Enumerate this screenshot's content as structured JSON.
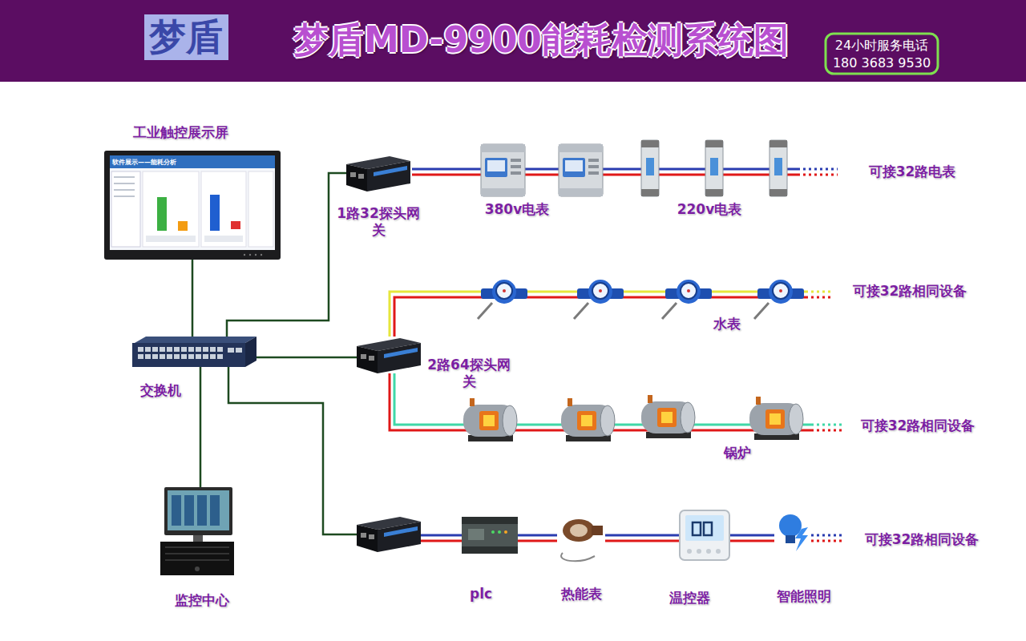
{
  "diagram": {
    "title": "梦盾MD-9900能耗检测系统图",
    "nodes": [
      {
        "text": [
          "工业触控展示屏"
        ]
      },
      {
        "text": [
          "交换机"
        ]
      },
      {
        "text": [
          "监控中心"
        ]
      },
      {
        "text": [
          "1路32探头网关"
        ]
      },
      {
        "text": [
          "2路64探头网关"
        ]
      },
      {
        "text": [
          "380v电表"
        ]
      },
      {
        "text": [
          "220v电表"
        ]
      },
      {
        "text": [
          "水表"
        ]
      },
      {
        "text": [
          "锅炉"
        ]
      },
      {
        "text": [
          "plc"
        ]
      },
      {
        "text": [
          "热能表"
        ]
      },
      {
        "text": [
          "温控器"
        ]
      },
      {
        "text": [
          "智能照明"
        ]
      }
    ],
    "edges": [
      {
        "from": 0,
        "to": 1,
        "arrow": "none"
      },
      {
        "from": 1,
        "to": 2,
        "arrow": "none"
      },
      {
        "from": 1,
        "to": 3,
        "arrow": "none"
      },
      {
        "from": 1,
        "to": 4,
        "arrow": "none"
      },
      {
        "from": 3,
        "to": 5,
        "arrow": "none"
      },
      {
        "from": 5,
        "to": 6,
        "arrow": "none"
      },
      {
        "from": 4,
        "to": 7,
        "arrow": "none"
      },
      {
        "from": 4,
        "to": 8,
        "arrow": "none"
      },
      {
        "from": 9,
        "to": 10,
        "arrow": "none"
      },
      {
        "from": 10,
        "to": 11,
        "arrow": "none"
      },
      {
        "from": 11,
        "to": 12,
        "arrow": "none"
      }
    ],
    "labels": [
      "梦盾",
      "24小时服务电话",
      "180 3683 9530",
      "软件展示——能耗分析",
      "可接32路电表",
      "可接32路相同设备",
      "可接32路相同设备",
      "可接32路相同设备"
    ]
  }
}
